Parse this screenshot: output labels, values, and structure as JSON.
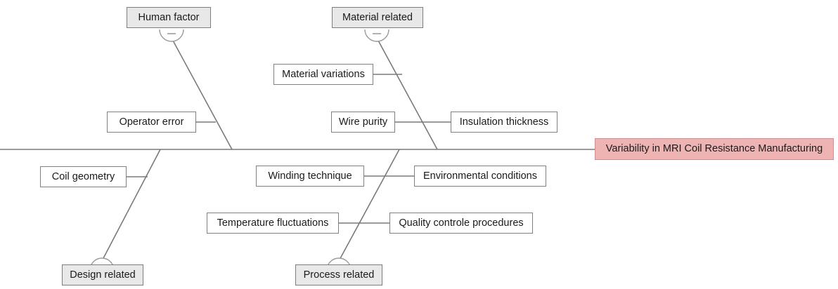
{
  "diagram": {
    "type": "fishbone",
    "effect": {
      "label": "Variability in MRI Coil Resistance Manufacturing",
      "fill": "#eeb4b4",
      "stroke": "#d98a8a"
    },
    "style": {
      "category_fill": "#e8e8e8",
      "cause_fill": "#ffffff",
      "line_color": "#7a7a7a",
      "border_color": "#808080",
      "text_color": "#1a1a1a"
    },
    "categories": [
      {
        "id": "human-factor",
        "label": "Human factor",
        "position": "top",
        "collapse_icon": "minus-icon",
        "causes": [
          {
            "id": "operator-error",
            "label": "Operator error",
            "side": "left"
          }
        ]
      },
      {
        "id": "material-related",
        "label": "Material related",
        "position": "top",
        "collapse_icon": "minus-icon",
        "causes": [
          {
            "id": "material-variations",
            "label": "Material variations",
            "side": "left"
          },
          {
            "id": "wire-purity",
            "label": "Wire purity",
            "side": "left"
          },
          {
            "id": "insulation-thickness",
            "label": "Insulation thickness",
            "side": "right"
          }
        ]
      },
      {
        "id": "design-related",
        "label": "Design related",
        "position": "bottom",
        "collapse_icon": "minus-icon",
        "causes": [
          {
            "id": "coil-geometry",
            "label": "Coil geometry",
            "side": "left"
          }
        ]
      },
      {
        "id": "process-related",
        "label": "Process related",
        "position": "bottom",
        "collapse_icon": "minus-icon",
        "causes": [
          {
            "id": "winding-technique",
            "label": "Winding technique",
            "side": "left"
          },
          {
            "id": "environmental-conditions",
            "label": "Environmental conditions",
            "side": "right"
          },
          {
            "id": "temperature-fluctuations",
            "label": "Temperature fluctuations",
            "side": "left"
          },
          {
            "id": "quality-controle-procedures",
            "label": "Quality controle procedures",
            "side": "right"
          }
        ]
      }
    ]
  }
}
